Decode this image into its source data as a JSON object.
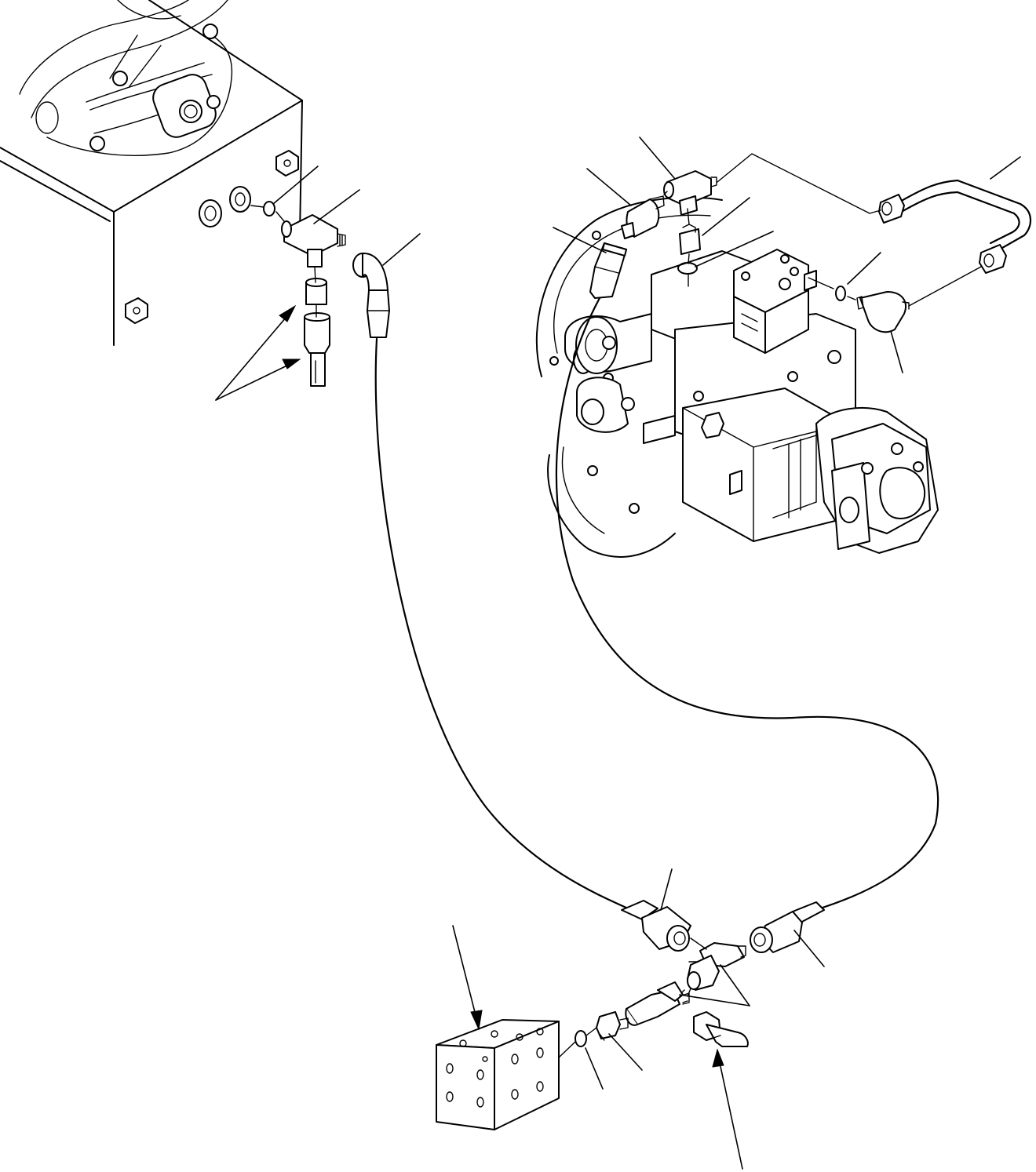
{
  "diagram": {
    "components": [
      "hydraulic-tank",
      "main-pump",
      "manifold-block",
      "pressure-sensors",
      "tee-fittings",
      "elbow-fittings",
      "connecting-hoses",
      "metal-pipe"
    ],
    "callouts": [],
    "colors": {
      "line": "#000000",
      "background": "#ffffff"
    }
  }
}
